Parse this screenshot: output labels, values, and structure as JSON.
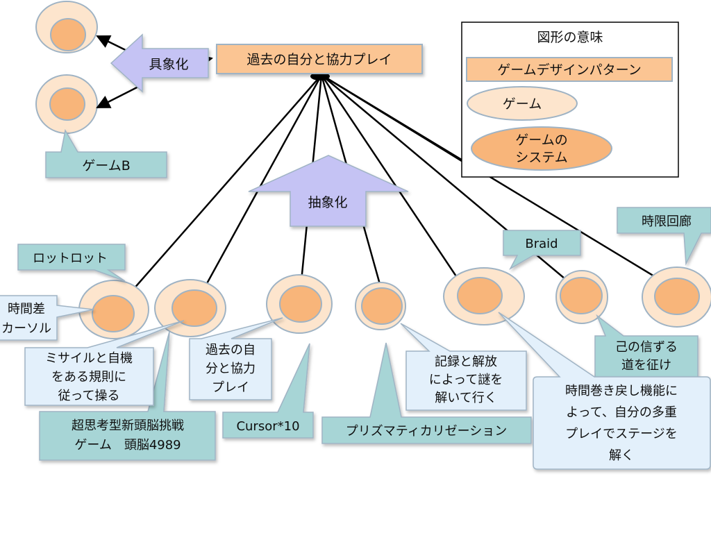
{
  "pattern": {
    "label": "過去の自分と協力プレイ"
  },
  "arrows": {
    "concretize": "具象化",
    "abstract": "抽象化"
  },
  "legend": {
    "title": "図形の意味",
    "pattern_label": "ゲームデザインパターン",
    "game_label": "ゲーム",
    "system_label": [
      "ゲームの",
      "システム"
    ]
  },
  "games": {
    "game_b": "ゲームB",
    "rottorotto": "ロットロット",
    "braid": "Braid",
    "jigen": "時限回廊",
    "cursor": "Cursor*10",
    "prismatic": "プリズマティカリゼーション",
    "onore": [
      "己の信ずる",
      "道を征け"
    ],
    "choshiko": [
      "超思考型新頭脳挑戦",
      "ゲーム　頭脳4989"
    ]
  },
  "systems": {
    "jikansa": [
      "時間差",
      "カーソル"
    ],
    "misairu": [
      "ミサイルと自機",
      "をある規則に",
      "従って操る"
    ],
    "kako": [
      "過去の自",
      "分と協力",
      "プレイ"
    ],
    "kiroku": [
      "記録と解放",
      "によって謎を",
      "解いて行く"
    ],
    "jikan_makimodoshi": [
      "時間巻き戻し機能に",
      "よって、自分の多重",
      "プレイでステージを",
      "解く"
    ]
  },
  "colors": {
    "pattern_fill": "#fbc593",
    "game_fill": "#fde5cd",
    "system_fill": "#f8b57a",
    "game_callout": "#a7d5d6",
    "system_callout": "#e3f0fb",
    "arrow_fill": "#c5c3f4"
  }
}
